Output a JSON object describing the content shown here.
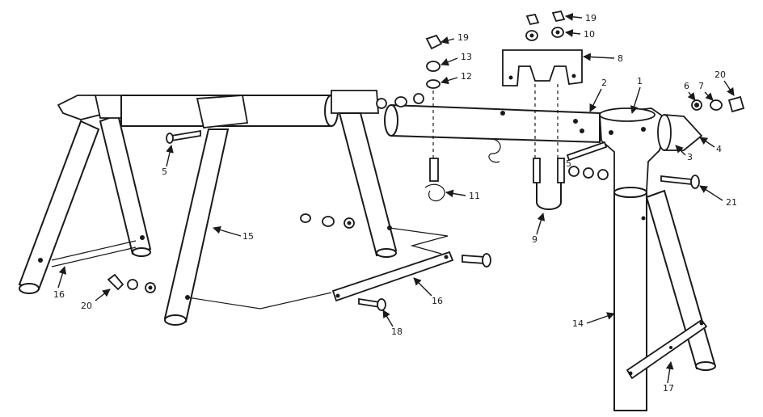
{
  "labels": {
    "l1": "1",
    "l2": "2",
    "l3": "3",
    "l4": "4",
    "l5a": "5",
    "l5b": "5",
    "l6": "6",
    "l7": "7",
    "l8": "8",
    "l9": "9",
    "l10": "10",
    "l11": "11",
    "l12": "12",
    "l13": "13",
    "l14": "14",
    "l15": "15",
    "l16a": "16",
    "l16b": "16",
    "l17": "17",
    "l18": "18",
    "l19a": "19",
    "l19b": "19",
    "l20a": "20",
    "l20b": "20",
    "l21": "21"
  },
  "colors": {
    "line": "#1a1a1a",
    "paper": "#ffffff"
  }
}
